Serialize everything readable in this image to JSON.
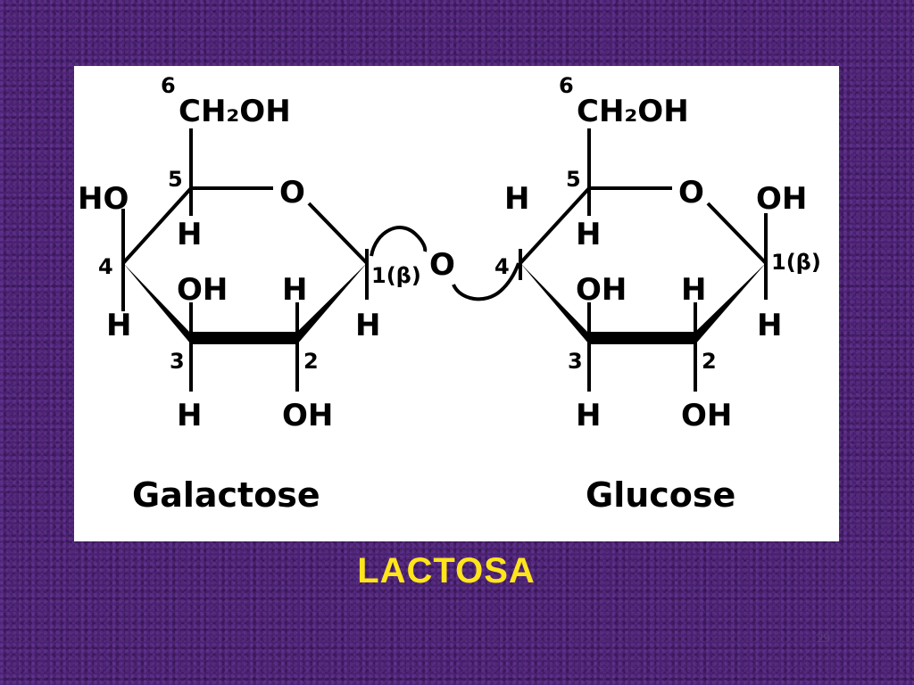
{
  "galactose": {
    "name": "Galactose",
    "c6_number": "6",
    "ch2oh": "CH₂OH",
    "c5": "5",
    "c4": "4",
    "c3": "3",
    "c2": "2",
    "c1": "1(β)",
    "ring_oxygen": "O",
    "c4_left": "HO",
    "c4_right": "H",
    "c5_h": "H",
    "c3_top": "OH",
    "c3_bottom": "H",
    "c2_top": "H",
    "c2_bottom": "OH",
    "c1_h": "H"
  },
  "glycosidic_oxygen": "O",
  "glucose": {
    "name": "Glucose",
    "c6_number": "6",
    "ch2oh": "CH₂OH",
    "c5": "5",
    "c4": "4",
    "c3": "3",
    "c2": "2",
    "c1": "1(β)",
    "ring_oxygen": "O",
    "c4_h": "H",
    "c5_h": "H",
    "c1_oh": "OH",
    "c3_top": "OH",
    "c3_bottom": "H",
    "c2_top": "H",
    "c2_bottom": "OH",
    "c1_h": "H"
  },
  "caption": "LACTOSA",
  "page_number": "29",
  "colors": {
    "background": "#4a2170",
    "panel": "#ffffff",
    "caption": "#ffe51a"
  }
}
